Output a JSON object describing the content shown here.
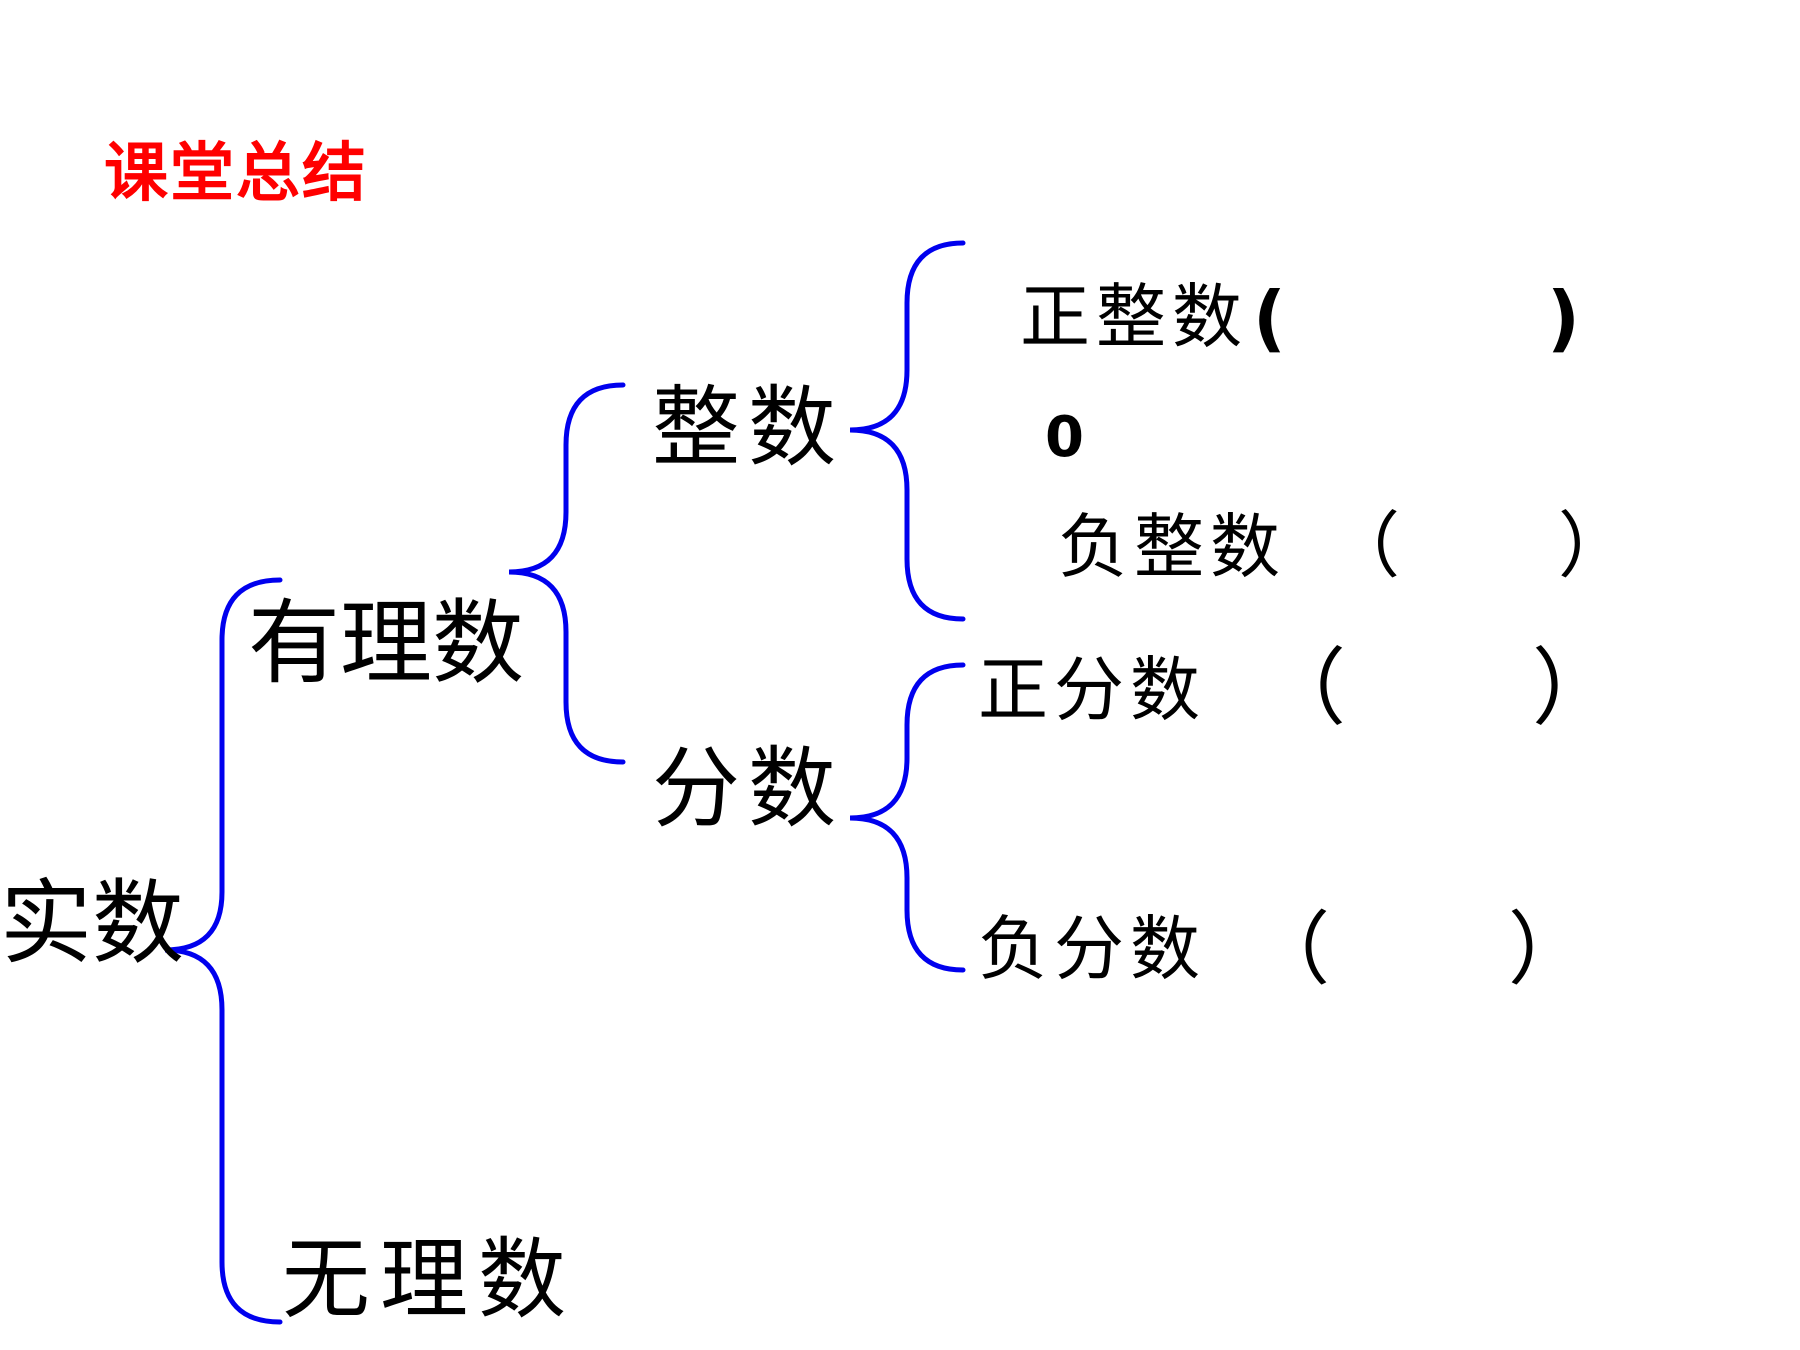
{
  "title": "课堂总结",
  "colors": {
    "title": "#ff0000",
    "brace": "#0000ee",
    "text": "#000000"
  },
  "tree": {
    "root": "实数",
    "rational": "有理数",
    "irrational": "无理数",
    "integers": "整数",
    "fractions": "分数",
    "positive_integers": "正整数",
    "zero": "0",
    "negative_integers": "负整数",
    "positive_fractions": "正分数",
    "negative_fractions": "负分数"
  },
  "blanks": {
    "positive_integers": {
      "open": "(",
      "close": ")"
    },
    "negative_integers": {
      "open": "（",
      "close": "）"
    },
    "positive_fractions": {
      "open": "（",
      "close": "）"
    },
    "negative_fractions": {
      "open": "（",
      "close": "）"
    }
  }
}
